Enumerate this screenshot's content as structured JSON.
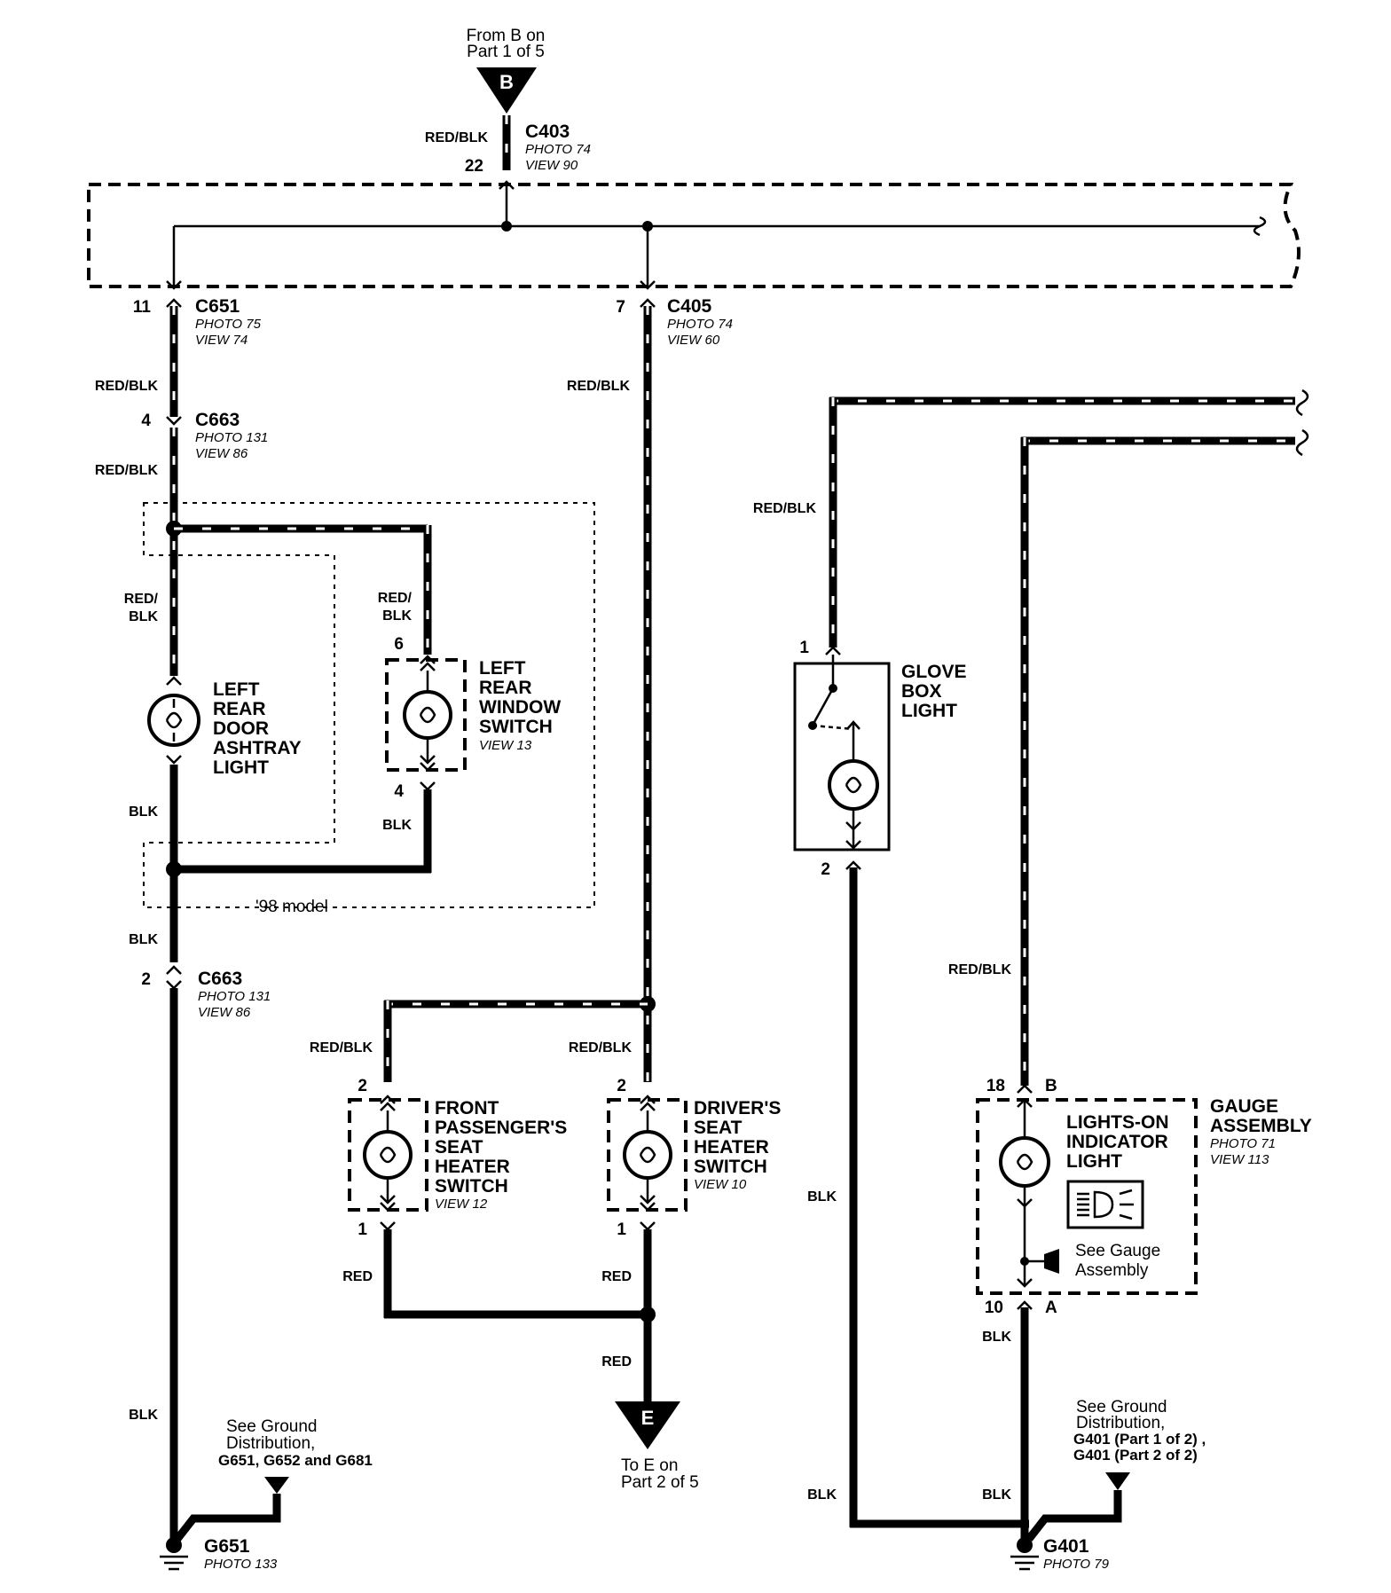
{
  "source": {
    "line1": "From B on",
    "line2": "Part 1 of 5",
    "letter": "B"
  },
  "destination": {
    "line1": "To E on",
    "line2": "Part 2 of 5",
    "letter": "E"
  },
  "connectors": {
    "c403": {
      "name": "C403",
      "photo": "PHOTO 74",
      "view": "VIEW 90",
      "pin": "22"
    },
    "c651": {
      "name": "C651",
      "photo": "PHOTO 75",
      "view": "VIEW 74",
      "pin": "11"
    },
    "c405": {
      "name": "C405",
      "photo": "PHOTO 74",
      "view": "VIEW 60",
      "pin": "7"
    },
    "c663a": {
      "name": "C663",
      "photo": "PHOTO 131",
      "view": "VIEW 86",
      "pin": "4"
    },
    "c663b": {
      "name": "C663",
      "photo": "PHOTO 131",
      "view": "VIEW 86",
      "pin": "2"
    }
  },
  "wire_colors": {
    "red_blk": "RED/BLK",
    "red": "RED",
    "blk": "BLK",
    "red_slash": "RED/",
    "blk2": "BLK"
  },
  "components": {
    "ashtray": {
      "l1": "LEFT",
      "l2": "REAR",
      "l3": "DOOR",
      "l4": "ASHTRAY",
      "l5": "LIGHT"
    },
    "window_switch": {
      "l1": "LEFT",
      "l2": "REAR",
      "l3": "WINDOW",
      "l4": "SWITCH",
      "view": "VIEW 13",
      "pin_top": "6",
      "pin_bottom": "4"
    },
    "glove_box": {
      "l1": "GLOVE",
      "l2": "BOX",
      "l3": "LIGHT",
      "pin_top": "1",
      "pin_bottom": "2"
    },
    "pass_seat": {
      "l1": "FRONT",
      "l2": "PASSENGER'S",
      "l3": "SEAT",
      "l4": "HEATER",
      "l5": "SWITCH",
      "view": "VIEW 12",
      "pin_top": "2",
      "pin_bottom": "1"
    },
    "drv_seat": {
      "l1": "DRIVER'S",
      "l2": "SEAT",
      "l3": "HEATER",
      "l4": "SWITCH",
      "view": "VIEW 10",
      "pin_top": "2",
      "pin_bottom": "1"
    },
    "gauge": {
      "l1": "GAUGE",
      "l2": "ASSEMBLY",
      "photo": "PHOTO 71",
      "view": "VIEW 113",
      "ind1": "LIGHTS-ON",
      "ind2": "INDICATOR",
      "ind3": "LIGHT",
      "see1": "See Gauge",
      "see2": "Assembly",
      "pin_top": "18",
      "pin_top_letter": "B",
      "pin_bottom": "10",
      "pin_bottom_letter": "A"
    }
  },
  "model_note": "'98 model",
  "grounds": {
    "g651": {
      "name": "G651",
      "photo": "PHOTO 133",
      "see1": "See Ground",
      "see2": "Distribution,",
      "see3": "G651, G652 and G681"
    },
    "g401": {
      "name": "G401",
      "photo": "PHOTO 79",
      "see1": "See Ground",
      "see2": "Distribution,",
      "see3": "G401 (Part 1 of 2) ,",
      "see4": "G401 (Part 2 of 2)"
    }
  }
}
